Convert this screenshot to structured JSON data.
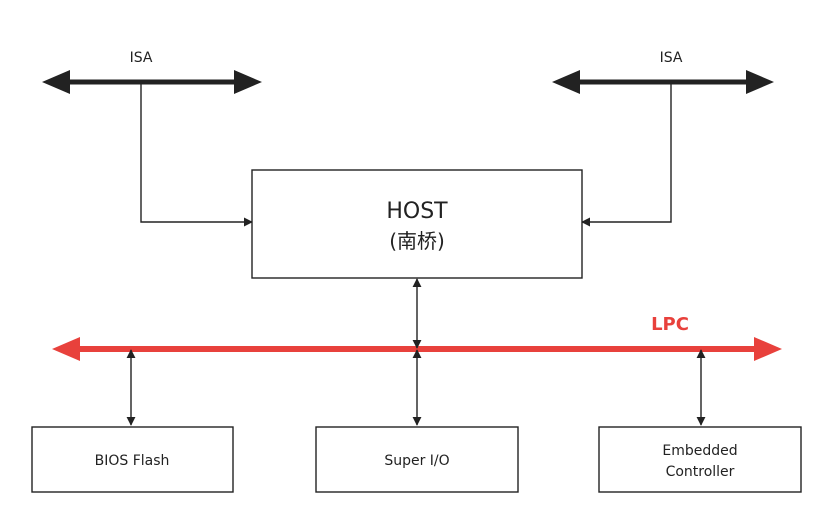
{
  "diagram": {
    "isa_left": {
      "label": "ISA"
    },
    "isa_right": {
      "label": "ISA"
    },
    "host": {
      "line1": "HOST",
      "line2": "(南桥)"
    },
    "lpc": {
      "label": "LPC",
      "color": "#e8413c"
    },
    "bios_flash": {
      "label": "BIOS Flash"
    },
    "super_io": {
      "label": "Super I/O"
    },
    "embedded_controller": {
      "line1": "Embedded",
      "line2": "Controller"
    },
    "stroke_color": "#222222",
    "isa_bus_color": "#222222"
  }
}
